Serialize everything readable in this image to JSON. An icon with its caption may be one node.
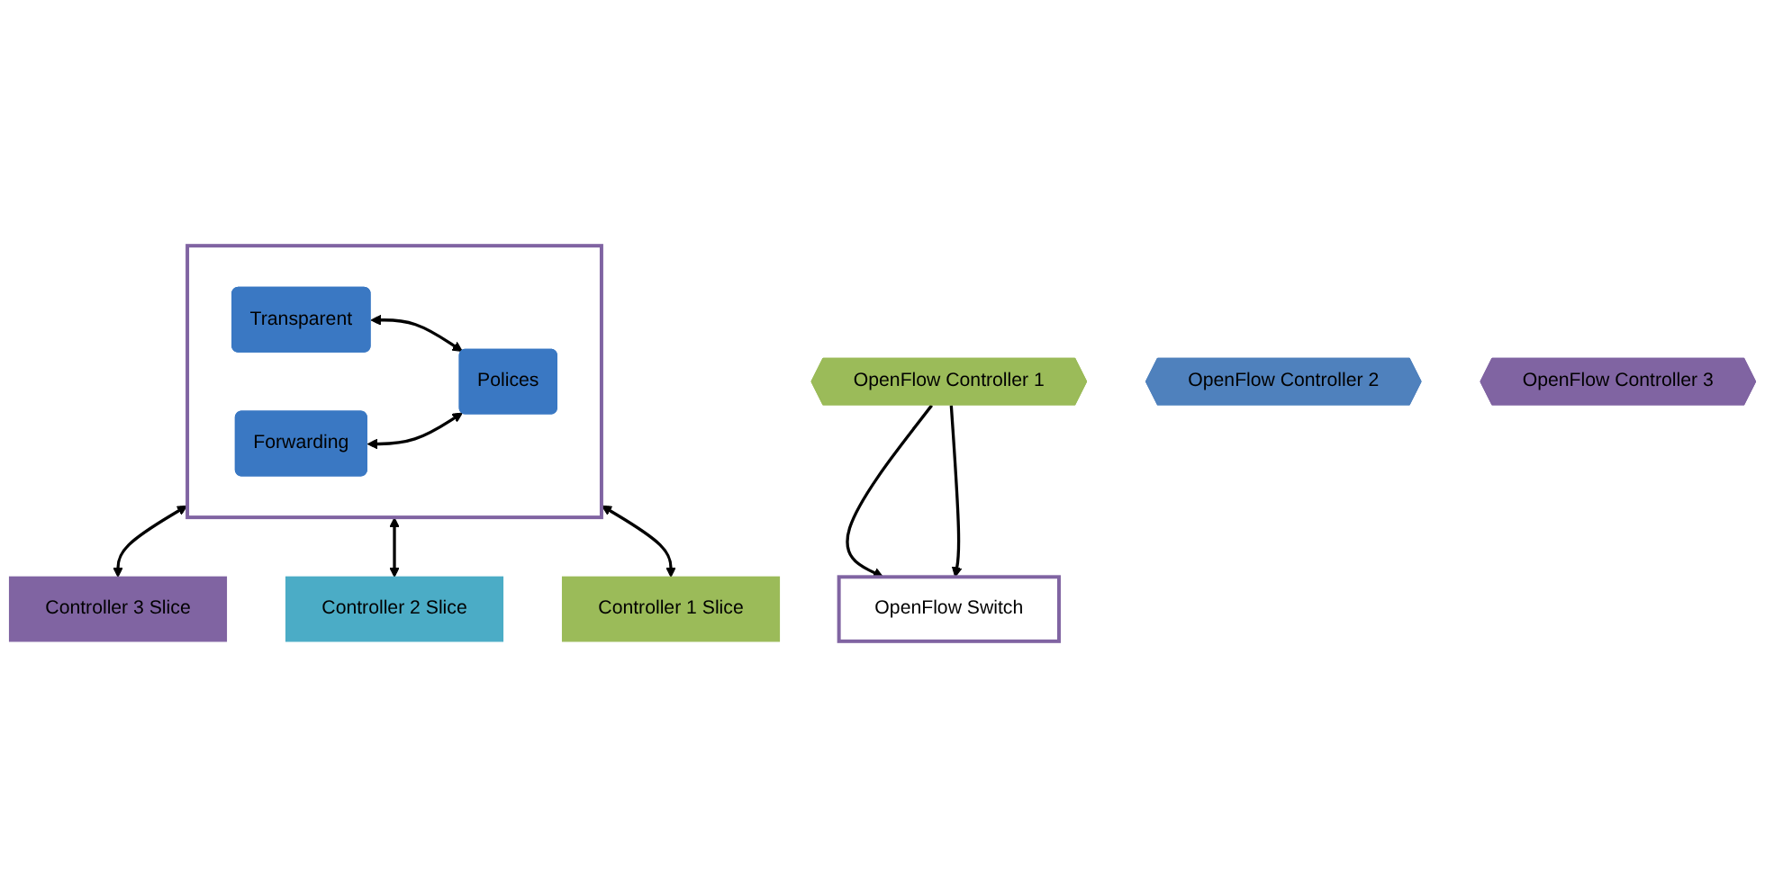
{
  "diagram": {
    "nodes": [
      {
        "text": [
          "OpenFlow Controller 1"
        ]
      },
      {
        "text": [
          "OpenFlow Controller 2"
        ]
      },
      {
        "text": [
          "OpenFlow Controller 3"
        ]
      },
      {
        "text": [],
        "shape": "box"
      },
      {
        "text": [
          "Transparent"
        ],
        "in": 3
      },
      {
        "text": [
          "Forwarding"
        ],
        "in": 3
      },
      {
        "text": [
          "Polices"
        ],
        "in": 3
      },
      {
        "text": [
          "Controller 3 Slice"
        ]
      },
      {
        "text": [
          "Controller 2 Slice"
        ]
      },
      {
        "text": [
          "Controller 1 Slice"
        ]
      },
      {
        "text": [
          "OpenFlow Switch"
        ]
      }
    ],
    "edges": [
      {
        "from": 0,
        "to": 10,
        "arrow": "to"
      },
      {
        "from": 0,
        "to": 10,
        "arrow": "to"
      },
      {
        "from": 4,
        "to": 6,
        "arrow": "both"
      },
      {
        "from": 5,
        "to": 6,
        "arrow": "both"
      },
      {
        "from": 3,
        "to": 7,
        "arrow": "both"
      },
      {
        "from": 3,
        "to": 8,
        "arrow": "both"
      },
      {
        "from": 3,
        "to": 9,
        "arrow": "both"
      }
    ]
  }
}
